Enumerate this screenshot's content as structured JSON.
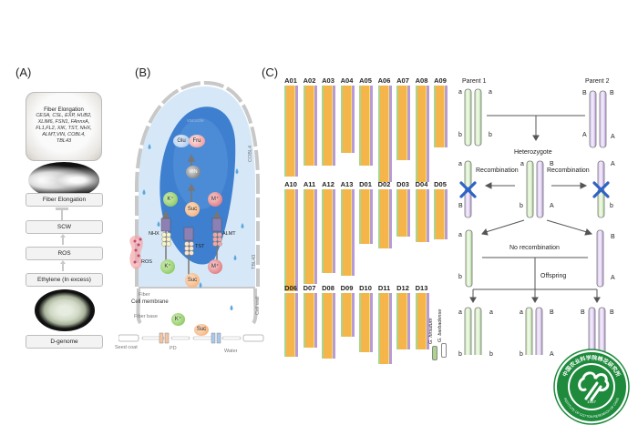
{
  "panels": {
    "a": {
      "label": "(A)",
      "top_box": {
        "title": "Fiber Elongation",
        "genes": [
          "CESA, CSL, EXP, HUB2,",
          "XLIM6, FSN1, FAnnxA,",
          "FL1,FL2, XIK, TST, NHX,",
          "ALMT,VIN, COBL4,",
          "TBL43"
        ]
      },
      "flow": [
        "Fiber Elongation",
        "SCW",
        "ROS",
        "Ethylene (In excess)",
        "D-genome"
      ]
    },
    "b": {
      "label": "(B)",
      "vacuole_label": "vacuole",
      "sugars": [
        "Glu",
        "Fru"
      ],
      "vin": "VIN",
      "ions_inside": {
        "k": "K⁺",
        "suc": "Suc",
        "m": "M⁺"
      },
      "transporters": [
        "NHX",
        "TST",
        "ALMT"
      ],
      "ions_outside": {
        "k": "K⁺",
        "suc": "Suc",
        "m": "M⁺"
      },
      "ros": "ROS",
      "wall_labels": [
        "COBL4",
        "TBL43",
        "Cell wall"
      ],
      "fiber_label": "Fiber",
      "membrane_label": "Cell membrane",
      "fiber_base": "Fiber base",
      "base_ions": {
        "k": "K⁺",
        "suc": "Suc"
      },
      "bottom_labels": {
        "seed_coat": "Seed coat",
        "pd": "PD",
        "water": "Water"
      }
    },
    "c": {
      "label": "(C)",
      "rows": [
        [
          "A01",
          "A02",
          "A03",
          "A04",
          "A05",
          "A06",
          "A07",
          "A08",
          "A09"
        ],
        [
          "A10",
          "A11",
          "A12",
          "A13",
          "D01",
          "D02",
          "D03",
          "D04",
          "D05"
        ],
        [
          "D06",
          "D07",
          "D08",
          "D09",
          "D10",
          "D11",
          "D12",
          "D13"
        ]
      ],
      "legend": [
        "G. hirsutum",
        "G. barbadense"
      ],
      "genetics": {
        "parent1": "Parent 1",
        "parent2": "Parent 2",
        "heterozygote": "Heterozygote",
        "recombination": "Recombination",
        "no_recombination": "No recombination",
        "offspring": "Offspring",
        "alleles": {
          "a": "a",
          "b": "b",
          "A": "A",
          "B": "B"
        }
      }
    }
  },
  "logo": {
    "top_text": "中国农业科学院棉花研究所",
    "bottom_text": "INSTITUTE OF COTTON RESEARCH OF CAAS",
    "year": "1957",
    "color": "#1e8a3c"
  },
  "colors": {
    "green_chr": "#a9d58f",
    "purple_chr": "#b89ad8",
    "orange_chr": "#f5b54a",
    "vacuole": "#3f7fcf",
    "cytoplasm": "#d6e8f7",
    "cross": "#2f63c6"
  }
}
